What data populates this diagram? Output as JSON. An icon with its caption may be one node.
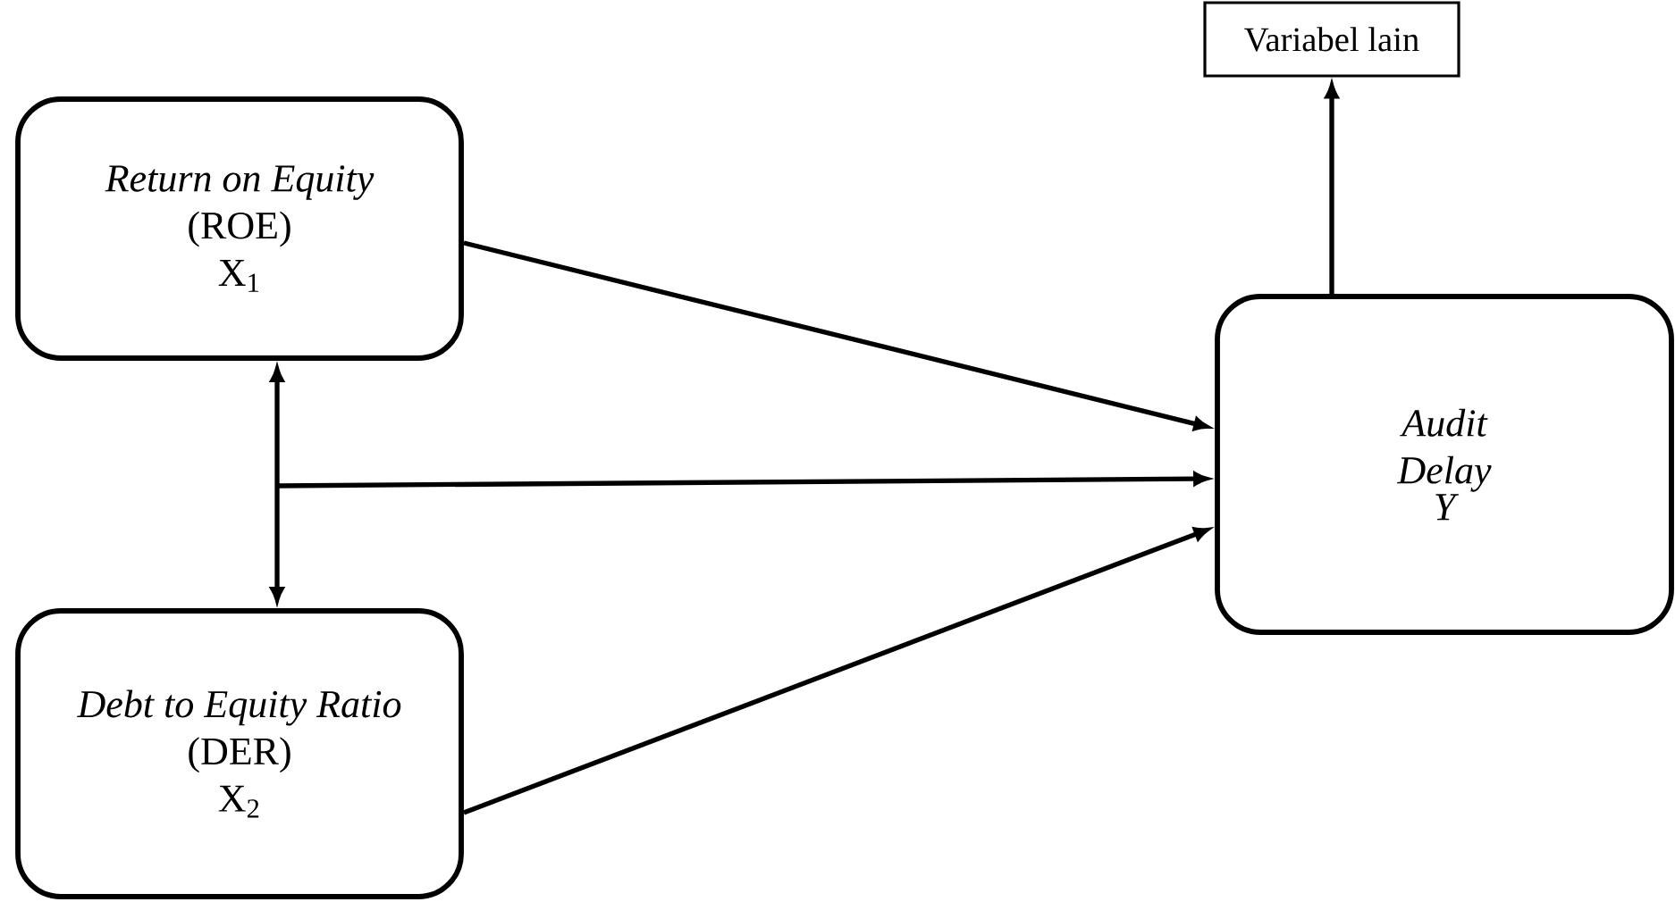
{
  "diagram": {
    "nodes": [
      {
        "text": [
          "Return on Equity",
          "(ROE)",
          "X$_{1}$"
        ]
      },
      {
        "text": [
          "Debt to Equity Ratio",
          "(DER)",
          "X$_{2}$"
        ]
      },
      {
        "text": [
          "Audit Delay",
          "Y"
        ]
      },
      {
        "text": [
          "Variabel lain"
        ]
      }
    ],
    "edges": [
      {
        "from": 0,
        "to": 2,
        "arrow": "to"
      },
      {
        "from": null,
        "to": 2,
        "arrow": "to"
      },
      {
        "from": 1,
        "to": 2,
        "arrow": "to"
      },
      {
        "from": 0,
        "to": 1,
        "arrow": "both"
      },
      {
        "from": 2,
        "to": 3,
        "arrow": "to"
      }
    ]
  }
}
